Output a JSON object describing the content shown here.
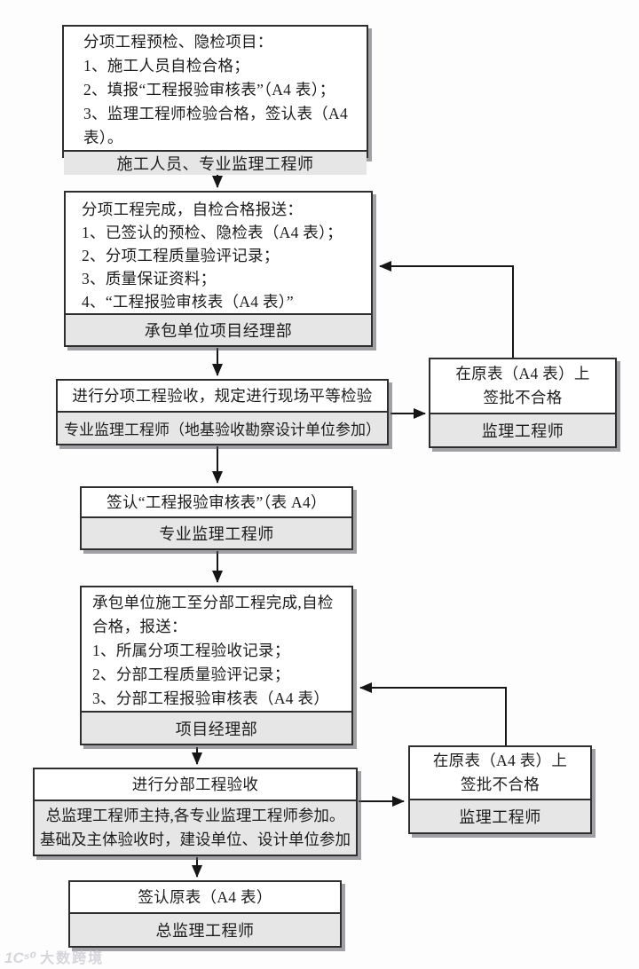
{
  "colors": {
    "background": "#fdfdfd",
    "box_border": "#2e2e2e",
    "footer_bg": "#e6e6e6",
    "arrow": "#161616",
    "shadow": "#54545c"
  },
  "boxes": {
    "b1": {
      "lines": [
        "分项工程预检、隐检项目：",
        "1、施工人员自检合格；",
        "2、填报“工程报验审核表”（A4 表）；",
        "3、监理工程师检验合格，签认表（A4 表）。"
      ],
      "footer": "施工人员、专业监理工程师"
    },
    "b2": {
      "lines": [
        "分项工程完成，自检合格报送：",
        "1、已签认的预检、隐检表（A4 表）；",
        "2、分项工程质量验评记录；",
        "3、质量保证资料；",
        "4、“工程报验审核表（A4 表）”"
      ],
      "footer": "承包单位项目经理部"
    },
    "b3": {
      "lines": [
        "进行分项工程验收，规定进行现场平等检验"
      ],
      "footer": "专业监理工程师（地基验收勘察设计单位参加）"
    },
    "sb1": {
      "lines": [
        "在原表（A4 表）上",
        "签批不合格"
      ],
      "footer": "监理工程师"
    },
    "b4": {
      "lines": [
        "签认“工程报验审核表”（表 A4）"
      ],
      "footer": "专业监理工程师"
    },
    "b5": {
      "lines": [
        "承包单位施工至分部工程完成,自检合格，报送：",
        "1、所属分项工程验收记录；",
        "2、分部工程质量验评记录；",
        "3、分部工程报验审核表（A4 表）"
      ],
      "footer": "项目经理部"
    },
    "b6": {
      "lines": [
        "进行分部工程验收"
      ],
      "footer": "总监理工程师主持,各专业监理工程师参加。基础及主体验收时，建设单位、设计单位参加"
    },
    "sb2": {
      "lines": [
        "在原表（A4 表）上",
        "签批不合格"
      ],
      "footer": "监理工程师"
    },
    "b7": {
      "lines": [
        "签认原表（A4 表）"
      ],
      "footer": "总监理工程师"
    }
  },
  "watermark": {
    "logo": "1C⁵⁰",
    "text": "大数跨境"
  }
}
